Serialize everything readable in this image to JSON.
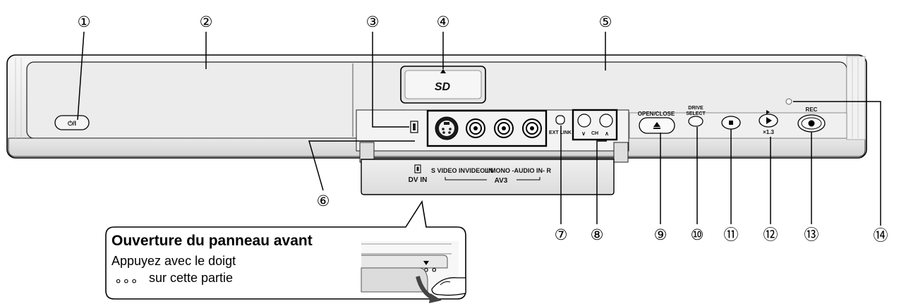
{
  "callouts": [
    "①",
    "②",
    "③",
    "④",
    "⑤",
    "⑥",
    "⑦",
    "⑧",
    "⑨",
    "⑩",
    "⑪",
    "⑫",
    "⑬",
    "⑭"
  ],
  "device": {
    "power_symbol": "⏻/I",
    "sd_logo": "SD",
    "dv_in_label": "DV IN",
    "svideo_in_label": "S VIDEO IN",
    "video_in_label": "VIDEO IN",
    "audio_in_label": "L/MONO -AUDIO IN- R",
    "av3_label": "AV3",
    "ext_link_label": "EXT LINK",
    "ch_label": "CH",
    "ch_down_symbol": "∨",
    "ch_up_symbol": "∧",
    "open_close_label": "OPEN/CLOSE",
    "drive_select_line1": "DRIVE",
    "drive_select_line2": "SELECT",
    "speed_label": "×1.3",
    "rec_label": "REC"
  },
  "note": {
    "title": "Ouverture du panneau avant",
    "line1": "Appuyez avec le doigt",
    "dots": "∘∘∘",
    "line2": "sur cette partie"
  },
  "colors": {
    "body_fill": "#eeeeee",
    "panel_fill": "#e4e4e4",
    "outline": "#000000"
  }
}
